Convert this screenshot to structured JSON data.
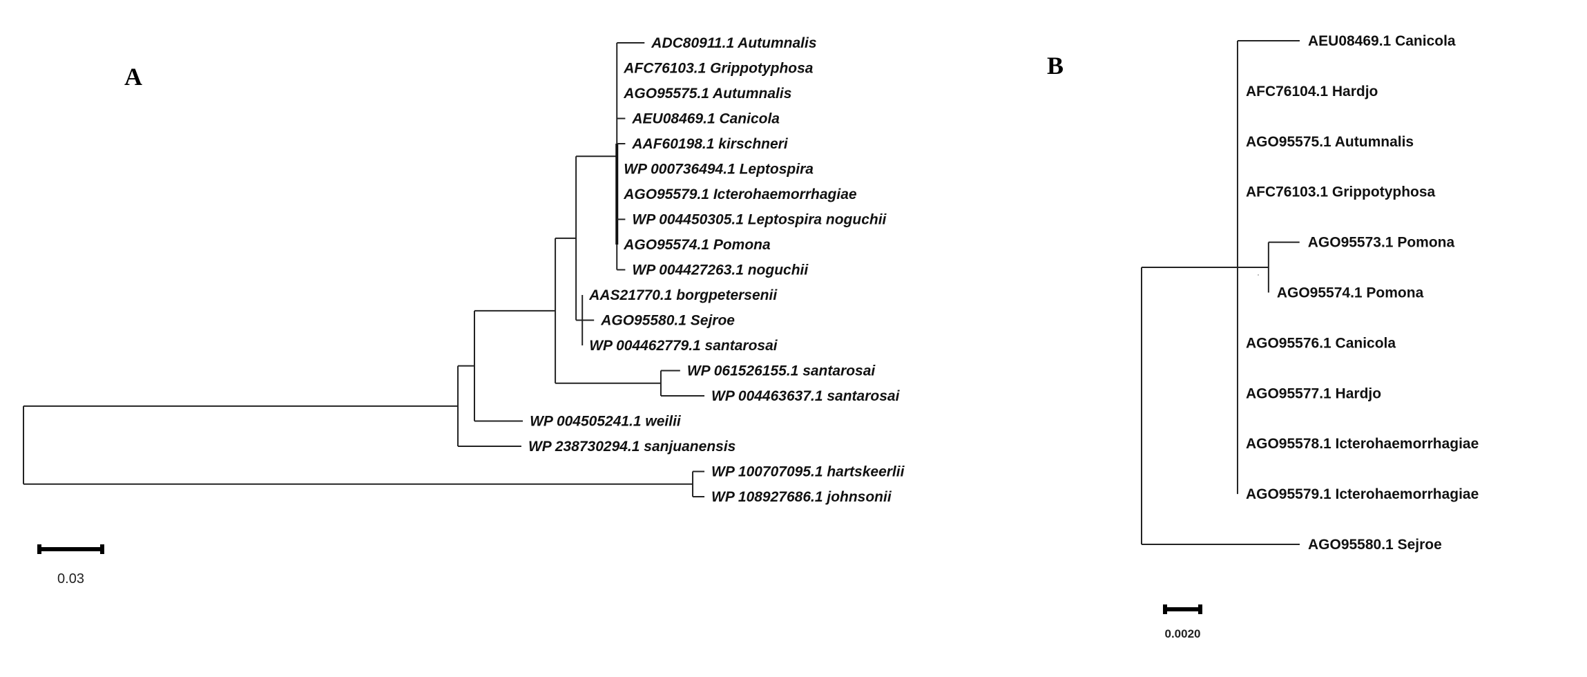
{
  "chart_data": [
    {
      "type": "tree",
      "panel_label": "A",
      "scale_bar": {
        "value": 0.03,
        "label": "0.03"
      },
      "label_style": "bold-italic",
      "tree": {
        "id": "rootA",
        "children": [
          {
            "id": "nA1",
            "length": 0.2074,
            "children": [
              {
                "id": "nA2",
                "length": 0.0079,
                "children": [
                  {
                    "id": "nA3",
                    "length": 0.0386,
                    "children": [
                      {
                        "id": "nA4",
                        "length": 0.0099,
                        "children": [
                          {
                            "id": "nA5",
                            "length": 0.0195,
                            "children": [
                              {
                                "name": "ADC80911.1 Autumnalis",
                                "length": 0.0132
                              },
                              {
                                "name": "AFC76103.1 Grippotyphosa",
                                "length": 0.0
                              },
                              {
                                "name": "AGO95575.1 Autumnalis",
                                "length": 0.0
                              },
                              {
                                "name": "AEU08469.1 Canicola",
                                "length": 0.004
                              },
                              {
                                "name": "AAF60198.1 kirschneri",
                                "length": 0.004
                              },
                              {
                                "name": "WP 000736494.1 Leptospira",
                                "length": 0.0
                              },
                              {
                                "name": "AGO95579.1 Icterohaemorrhagiae",
                                "length": 0.0
                              },
                              {
                                "name": "WP 004450305.1 Leptospira noguchii",
                                "length": 0.004
                              },
                              {
                                "name": "AGO95574.1 Pomona",
                                "length": 0.0
                              },
                              {
                                "name": "WP 004427263.1 noguchii",
                                "length": 0.004
                              }
                            ]
                          },
                          {
                            "id": "nA6",
                            "length": 0.003,
                            "children": [
                              {
                                "name": "AAS21770.1 borgpetersenii",
                                "length": 0.0
                              },
                              {
                                "name": "AGO95580.1 Sejroe",
                                "length": 0.0056
                              },
                              {
                                "name": "WP 004462779.1 santarosai",
                                "length": 0.0
                              }
                            ]
                          }
                        ]
                      },
                      {
                        "id": "nA7",
                        "length": 0.0504,
                        "children": [
                          {
                            "name": "WP 061526155.1 santarosai",
                            "length": 0.0092
                          },
                          {
                            "name": "WP 004463637.1 santarosai",
                            "length": 0.0208
                          }
                        ]
                      }
                    ]
                  },
                  {
                    "name": "WP 004505241.1 weilii",
                    "length": 0.0231
                  }
                ]
              },
              {
                "name": "WP 238730294.1 sanjuanensis",
                "length": 0.0303
              }
            ]
          },
          {
            "id": "nA8",
            "length": 0.3195,
            "children": [
              {
                "name": "WP 100707095.1 hartskeerlii",
                "length": 0.0056
              },
              {
                "name": "WP 108927686.1 johnsonii",
                "length": 0.0056
              }
            ]
          }
        ]
      }
    },
    {
      "type": "tree",
      "panel_label": "B",
      "scale_bar": {
        "value": 0.002,
        "label": "0.0020"
      },
      "label_style": "bold",
      "tree": {
        "id": "rootB",
        "children": [
          {
            "id": "nB1",
            "length": 0.00545,
            "children": [
              {
                "name": "AEU08469.1 Canicola",
                "length": 0.00353
              },
              {
                "name": "AFC76104.1 Hardjo",
                "length": 0.0
              },
              {
                "name": "AGO95575.1 Autumnalis",
                "length": 0.0
              },
              {
                "name": "AFC76103.1 Grippotyphosa",
                "length": 0.0
              },
              {
                "id": "nB2",
                "length": 0.00176,
                "children": [
                  {
                    "name": "AGO95573.1 Pomona",
                    "length": 0.00176
                  },
                  {
                    "name": "AGO95574.1 Pomona",
                    "length": 0.0
                  }
                ]
              },
              {
                "name": "AGO95576.1 Canicola",
                "length": 0.0
              },
              {
                "name": "AGO95577.1 Hardjo",
                "length": 0.0
              },
              {
                "name": "AGO95578.1 Icterohaemorrhagiae",
                "length": 0.0
              },
              {
                "name": "AGO95579.1 Icterohaemorrhagiae",
                "length": 0.0
              }
            ]
          },
          {
            "name": "AGO95580.1 Sejroe",
            "length": 0.00898
          }
        ]
      }
    }
  ]
}
